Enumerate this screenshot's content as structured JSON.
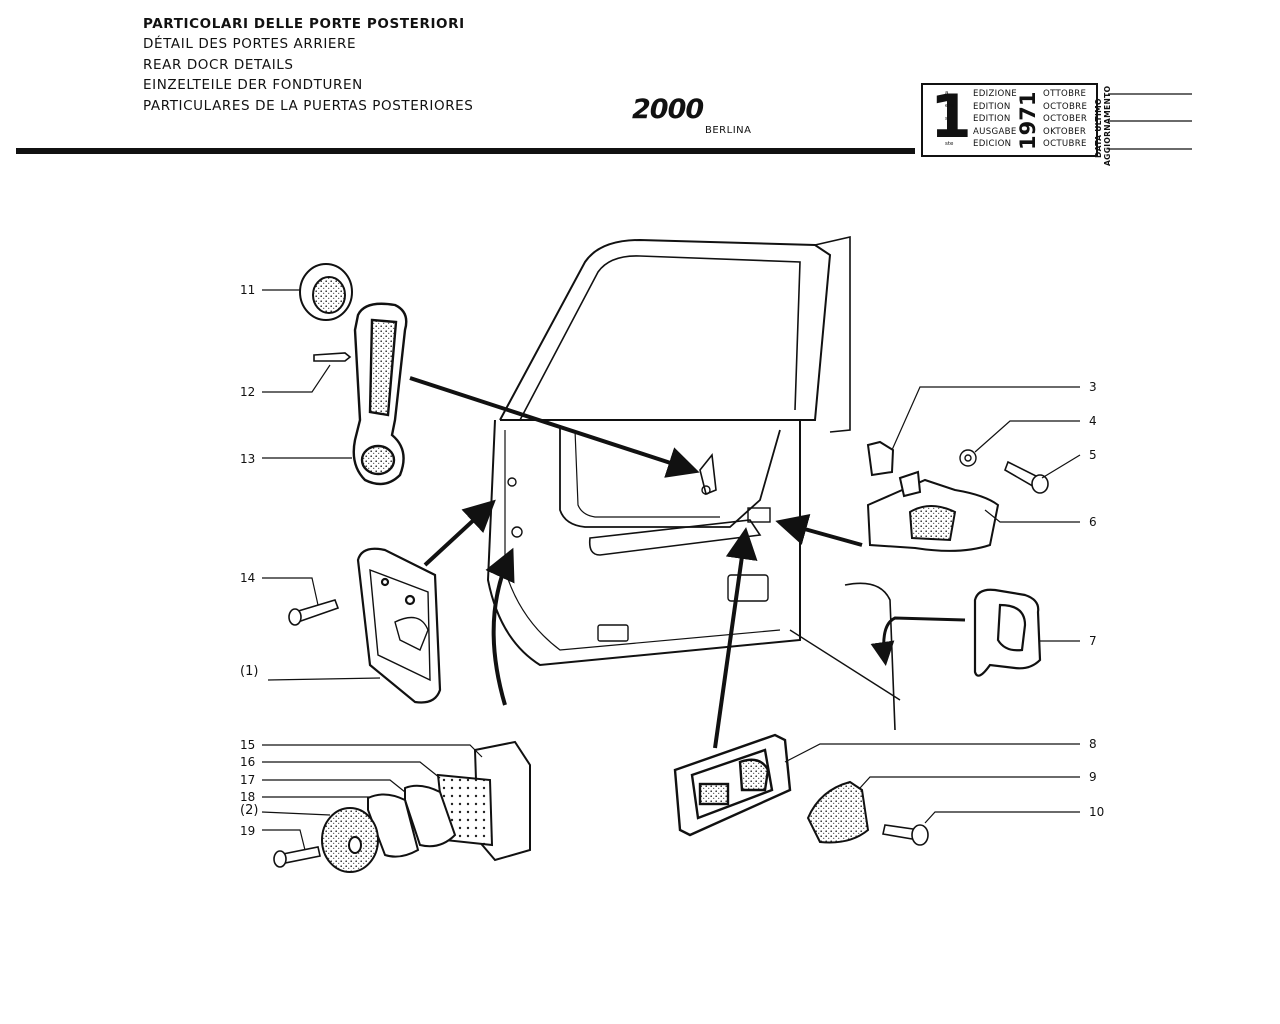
{
  "header": {
    "titles": [
      "PARTICOLARI DELLE PORTE POSTERIORI",
      "DÉTAIL DES PORTES ARRIERE",
      "REAR DOCR DETAILS",
      "EINZELTEILE DER FONDTUREN",
      "PARTICULARES DE LA PUERTAS POSTERIORES"
    ],
    "model_logo": "2000",
    "model_sub": "BERLINA"
  },
  "edition_box": {
    "number": "1",
    "suffixes": [
      "a",
      "ere",
      "st",
      ".",
      "ste"
    ],
    "edition_words": [
      "EDIZIONE",
      "EDITION",
      "EDITION",
      "AUSGABE",
      "EDICION"
    ],
    "year": "1971",
    "months": [
      "OTTOBRE",
      "OCTOBRE",
      "OCTOBER",
      "OKTOBER",
      "OCTUBRE"
    ],
    "update_label_1": "DATA ULTIMO",
    "update_label_2": "AGGIORNAMENTO"
  },
  "callouts": {
    "c1": "(1)",
    "c2": "(2)",
    "c3": "3",
    "c4": "4",
    "c5": "5",
    "c6": "6",
    "c7": "7",
    "c8": "8",
    "c9": "9",
    "c10": "10",
    "c11": "11",
    "c12": "12",
    "c13": "13",
    "c14": "14",
    "c15": "15",
    "c16": "16",
    "c17": "17",
    "c18": "18",
    "c19": "19"
  }
}
